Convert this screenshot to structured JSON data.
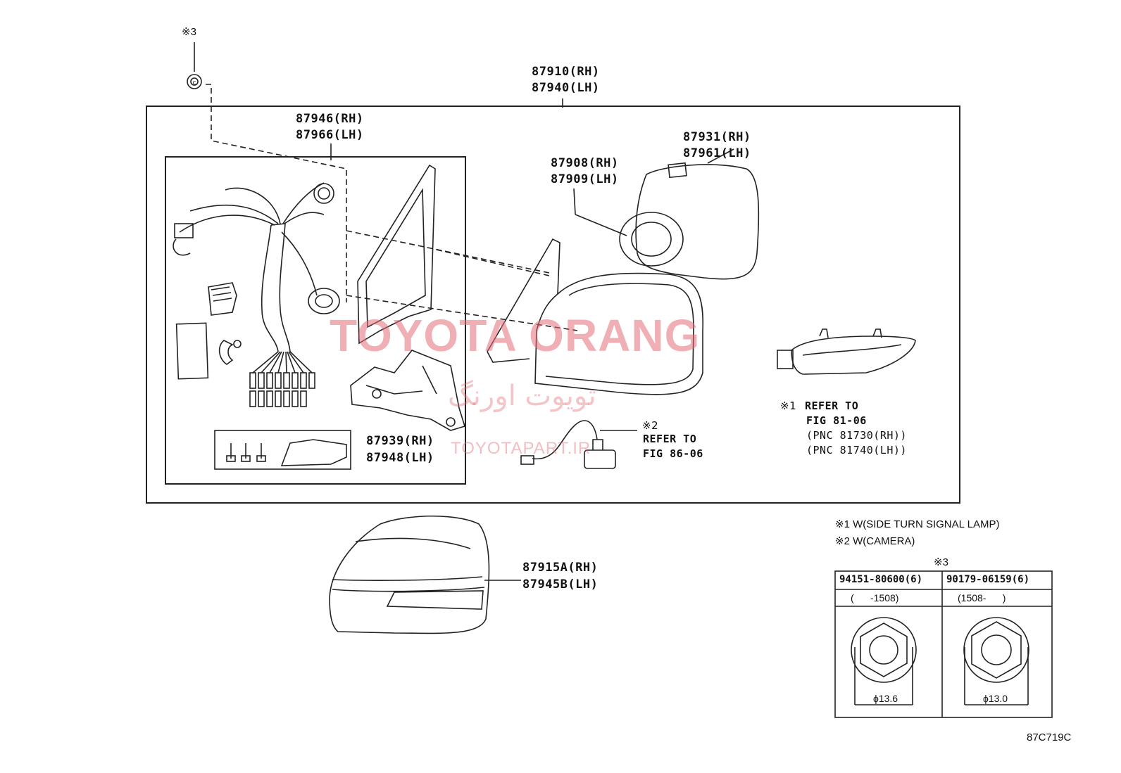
{
  "diagram": {
    "code": "87C719C",
    "top_marker": "※3",
    "labels": {
      "assy_rh": "87910(RH)",
      "assy_lh": "87940(LH)",
      "harness_rh": "87946(RH)",
      "harness_lh": "87966(LH)",
      "actuator_rh": "87908(RH)",
      "actuator_lh": "87909(LH)",
      "mirror_rh": "87931(RH)",
      "mirror_lh": "87961(LH)",
      "cover_rh": "87939(RH)",
      "cover_lh": "87948(LH)",
      "outer_rh": "87915A(RH)",
      "outer_lh": "87945B(LH)"
    },
    "refer1": {
      "mark": "※1",
      "line1": "REFER TO",
      "line2": "FIG 81-06",
      "line3": "(PNC 81730(RH))",
      "line4": "(PNC 81740(LH))"
    },
    "refer2": {
      "mark": "※2",
      "line1": "REFER TO",
      "line2": "FIG 86-06"
    },
    "notes": {
      "n1": "※1 W(SIDE TURN SIGNAL LAMP)",
      "n2": "※2 W(CAMERA)",
      "n3": "※3"
    },
    "table": {
      "col1_part": "94151-80600(6)",
      "col2_part": "90179-06159(6)",
      "col1_range": "(      -1508)",
      "col2_range": "(1508-      )",
      "col1_dim": "ϕ13.6",
      "col2_dim": "ϕ13.0"
    }
  },
  "watermark": {
    "main": "TOYOTA ORANG",
    "site": "TOYOTAPART.IR",
    "persian": "تویوت اورنگ"
  },
  "colors": {
    "line": "#222222",
    "watermark": "#e26e78"
  }
}
